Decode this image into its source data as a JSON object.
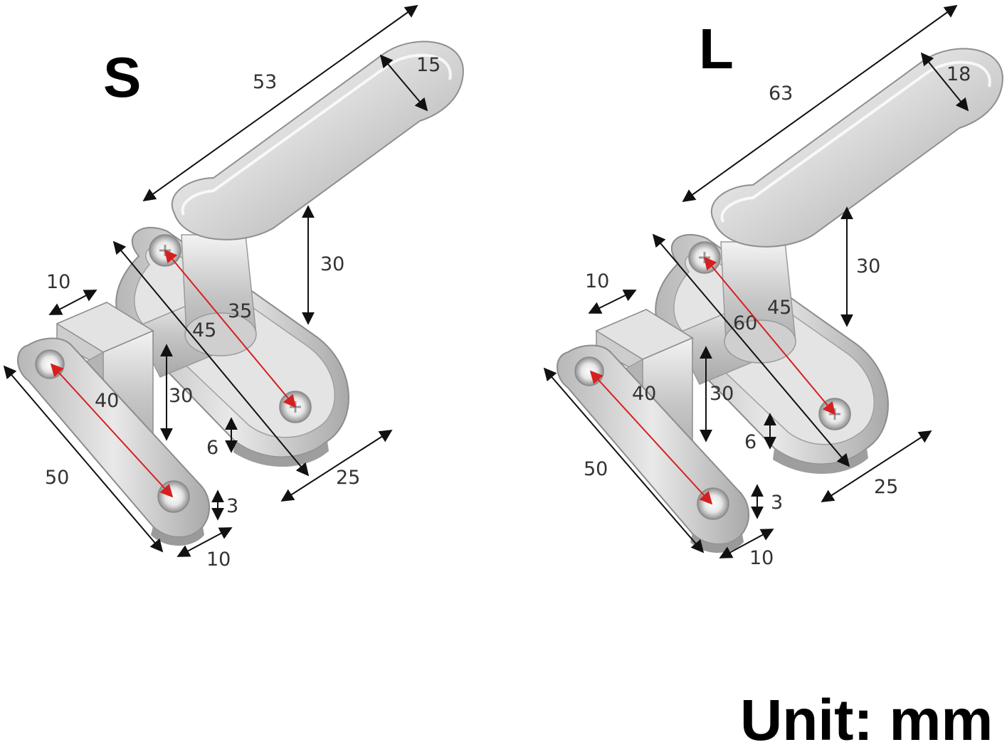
{
  "variants": [
    {
      "label": "S",
      "dims": {
        "handle_length": "53",
        "handle_width": "15",
        "handle_height": "30",
        "diagonal": "45",
        "hole_span": "35",
        "keeper_depth": "10",
        "keeper_hole_span": "40",
        "keeper_height": "30",
        "base_length": "50",
        "base_thickness": "6",
        "base_width": "25",
        "keeper_thickness": "3",
        "keeper_width": "10"
      }
    },
    {
      "label": "L",
      "dims": {
        "handle_length": "63",
        "handle_width": "18",
        "handle_height": "30",
        "diagonal": "60",
        "hole_span": "45",
        "keeper_depth": "10",
        "keeper_hole_span": "40",
        "keeper_height": "30",
        "base_length": "50",
        "base_thickness": "6",
        "base_width": "25",
        "keeper_thickness": "3",
        "keeper_width": "10"
      }
    }
  ],
  "unit_label": "Unit: mm",
  "colors": {
    "metal_light": "#f2f2f2",
    "metal_mid": "#c9c9c9",
    "metal_dark": "#9a9a9a",
    "dimension_line": "#111111",
    "hole_span_line": "#d62020"
  }
}
